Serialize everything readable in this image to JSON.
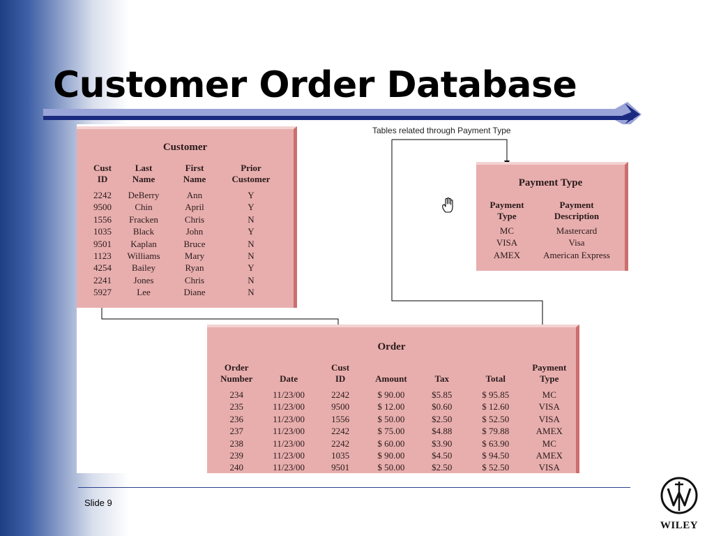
{
  "slide": {
    "title": "Customer Order Database",
    "slide_number": "Slide 9",
    "publisher": "WILEY"
  },
  "annotation": "Tables related through Payment Type",
  "customer_table": {
    "title": "Customer",
    "headers": [
      [
        "Cust",
        "ID"
      ],
      [
        "Last",
        "Name"
      ],
      [
        "First",
        "Name"
      ],
      [
        "Prior",
        "Customer"
      ]
    ],
    "rows": [
      [
        "2242",
        "DeBerry",
        "Ann",
        "Y"
      ],
      [
        "9500",
        "Chin",
        "April",
        "Y"
      ],
      [
        "1556",
        "Fracken",
        "Chris",
        "N"
      ],
      [
        "1035",
        "Black",
        "John",
        "Y"
      ],
      [
        "9501",
        "Kaplan",
        "Bruce",
        "N"
      ],
      [
        "1123",
        "Williams",
        "Mary",
        "N"
      ],
      [
        "4254",
        "Bailey",
        "Ryan",
        "Y"
      ],
      [
        "2241",
        "Jones",
        "Chris",
        "N"
      ],
      [
        "5927",
        "Lee",
        "Diane",
        "N"
      ]
    ]
  },
  "payment_table": {
    "title": "Payment Type",
    "headers": [
      [
        "Payment",
        "Type"
      ],
      [
        "Payment",
        "Description"
      ]
    ],
    "rows": [
      [
        "MC",
        "Mastercard"
      ],
      [
        "VISA",
        "Visa"
      ],
      [
        "AMEX",
        "American Express"
      ]
    ]
  },
  "order_table": {
    "title": "Order",
    "headers": [
      [
        "Order",
        "Number"
      ],
      [
        "",
        "Date"
      ],
      [
        "Cust",
        "ID"
      ],
      [
        "",
        "Amount"
      ],
      [
        "",
        "Tax"
      ],
      [
        "",
        "Total"
      ],
      [
        "Payment",
        "Type"
      ]
    ],
    "rows": [
      [
        "234",
        "11/23/00",
        "2242",
        "$ 90.00",
        "$5.85",
        "$ 95.85",
        "MC"
      ],
      [
        "235",
        "11/23/00",
        "9500",
        "$ 12.00",
        "$0.60",
        "$ 12.60",
        "VISA"
      ],
      [
        "236",
        "11/23/00",
        "1556",
        "$ 50.00",
        "$2.50",
        "$ 52.50",
        "VISA"
      ],
      [
        "237",
        "11/23/00",
        "2242",
        "$ 75.00",
        "$4.88",
        "$ 79.88",
        "AMEX"
      ],
      [
        "238",
        "11/23/00",
        "2242",
        "$ 60.00",
        "$3.90",
        "$ 63.90",
        "MC"
      ],
      [
        "239",
        "11/23/00",
        "1035",
        "$ 90.00",
        "$4.50",
        "$ 94.50",
        "AMEX"
      ],
      [
        "240",
        "11/23/00",
        "9501",
        "$ 50.00",
        "$2.50",
        "$ 52.50",
        "VISA"
      ]
    ]
  },
  "colors": {
    "table_fill": "#e8aeae",
    "table_shadow": "#cc6e6e",
    "title_rule": "#1b2a80",
    "band_dark": "#1f3f84"
  },
  "icons": [
    "hand-cursor-icon",
    "wiley-logo-icon"
  ]
}
